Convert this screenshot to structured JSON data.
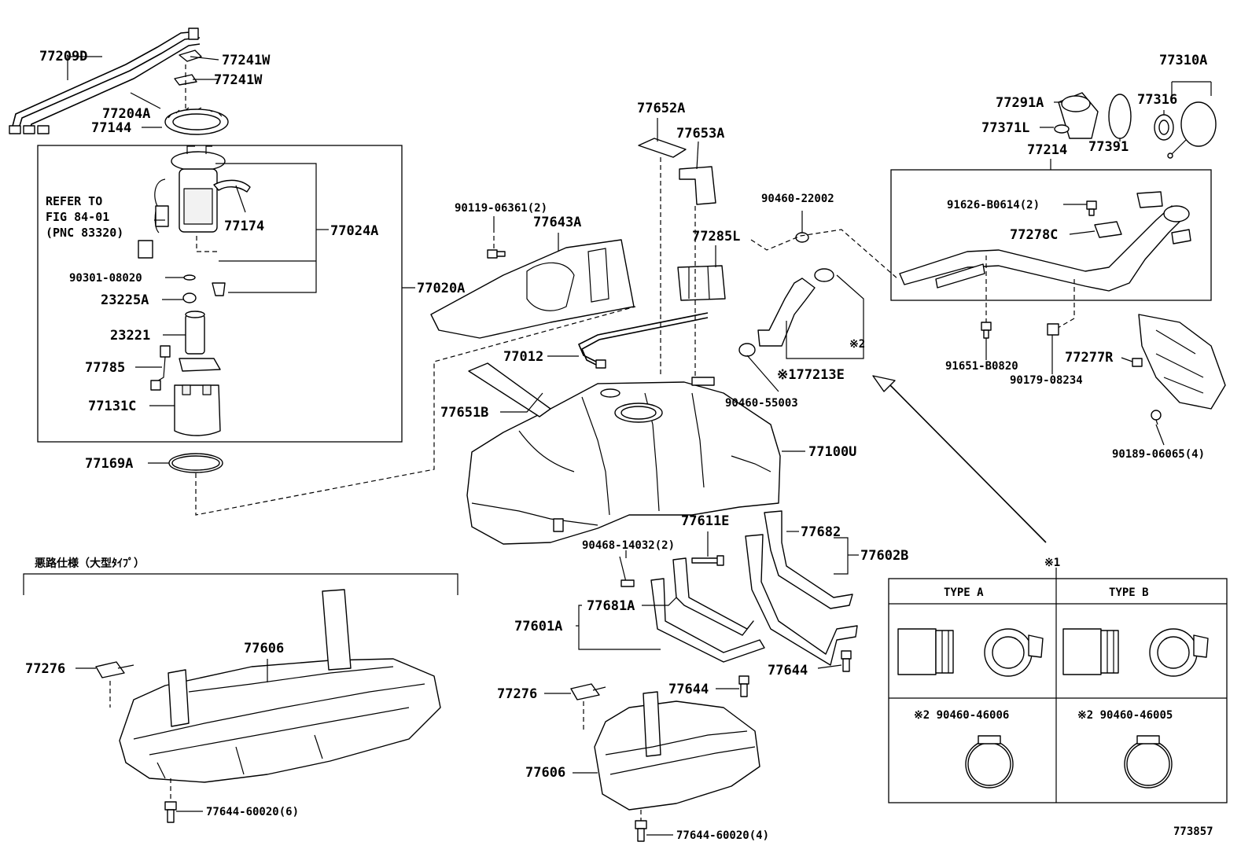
{
  "labels": {
    "p77209D": "77209D",
    "p77241W_a": "77241W",
    "p77241W_b": "77241W",
    "p77204A": "77204A",
    "p77144": "77144",
    "refer_line1": "REFER TO",
    "refer_line2": "FIG 84-01",
    "refer_line3": "(PNC 83320)",
    "p77174": "77174",
    "p77024A": "77024A",
    "p90301": "90301-08020",
    "p23225A": "23225A",
    "p23221": "23221",
    "p77785": "77785",
    "p77131C": "77131C",
    "p77020A": "77020A",
    "p77169A": "77169A",
    "p90119": "90119-06361(2)",
    "p77643A": "77643A",
    "p77652A": "77652A",
    "p77653A": "77653A",
    "p90460_22002": "90460-22002",
    "p77285L": "77285L",
    "p77012": "77012",
    "p77651B": "77651B",
    "p77213E": "※177213E",
    "mark2_hose": "※2",
    "p90460_55003": "90460-55003",
    "p77100U": "77100U",
    "p77310A": "77310A",
    "p77316": "77316",
    "p77291A": "77291A",
    "p77371L": "77371L",
    "p77214": "77214",
    "p77391": "77391",
    "p91626": "91626-B0614(2)",
    "p77278C": "77278C",
    "p91651": "91651-B0820",
    "p90179": "90179-08234",
    "p77277R": "77277R",
    "p90189": "90189-06065(4)",
    "p77611E": "77611E",
    "p90468": "90468-14032(2)",
    "p77682": "77682",
    "p77602B": "77602B",
    "p77681A": "77681A",
    "p77601A": "77601A",
    "p77644_a": "77644",
    "p77644_b": "77644",
    "p77276_a": "77276",
    "p77276_b": "77276",
    "p77606_a": "77606",
    "p77606_b": "77606",
    "p77644_60020_6": "77644-60020(6)",
    "p77644_60020_4": "77644-60020(4)",
    "rough_road_spec": "悪路仕様（大型ﾀｲﾌﾟ）",
    "mark1_top": "※1",
    "type_a": "TYPE A",
    "type_b": "TYPE B",
    "clamp_a": "※2 90460-46006",
    "clamp_b": "※2 90460-46005",
    "figure_number": "773857"
  }
}
